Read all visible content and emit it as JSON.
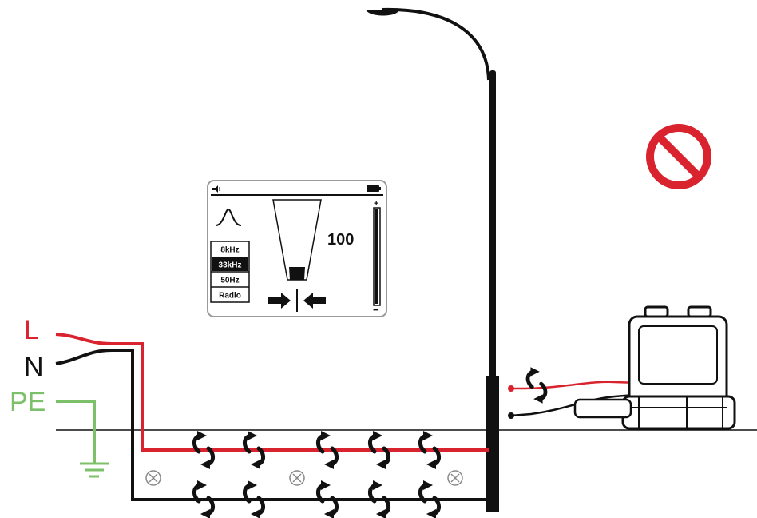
{
  "wires": {
    "live": {
      "label": "L",
      "color": "#d9232e"
    },
    "neutral": {
      "label": "N",
      "color": "#111111"
    },
    "earth": {
      "label": "PE",
      "color": "#7cc16a"
    }
  },
  "display": {
    "frequencies": [
      "8kHz",
      "33kHz",
      "50Hz",
      "Radio"
    ],
    "selected_frequency": "33kHz",
    "reading": "100",
    "gain_plus": "+",
    "gain_minus": "−"
  },
  "icons": {
    "speaker": "speaker-icon",
    "battery": "battery-icon",
    "peak": "peak-response-icon",
    "null": "null-arrows-icon",
    "prohibited": "no-entry-icon",
    "clamp": "signal-clamp-icon",
    "marker": "crossing-marker-icon"
  },
  "colors": {
    "prohibited": "#d9232e",
    "line": "#111111",
    "screen_border": "#9a9a9a",
    "screen_highlight": "#111111"
  }
}
